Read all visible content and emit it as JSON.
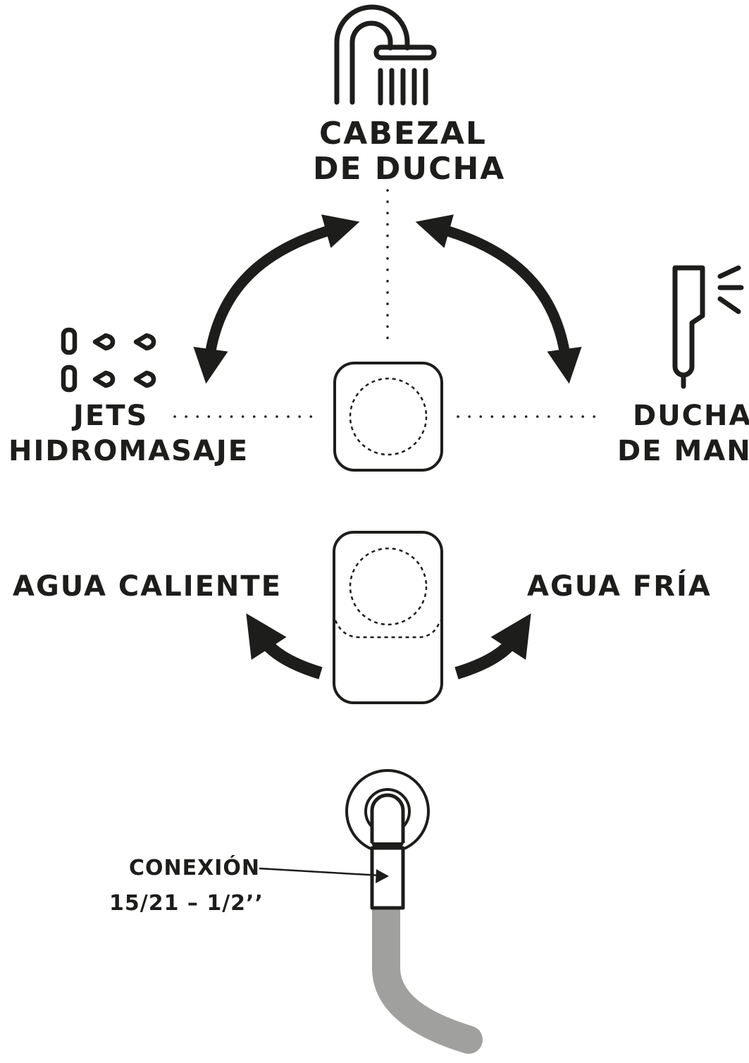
{
  "labels": {
    "shower_head_line1": "CABEZAL",
    "shower_head_line2": "DE DUCHA",
    "jets_line1": "JETS",
    "jets_line2": "HIDROMASAJE",
    "hand_shower_line1": "DUCHA",
    "hand_shower_line2": "DE MANO",
    "hot_water": "AGUA CALIENTE",
    "cold_water": "AGUA FRÍA",
    "connection_line1": "CONEXIÓN",
    "connection_line2": "15/21 – 1/2’’"
  },
  "icons": {
    "shower_head": "shower-head-icon",
    "jets": "water-jets-icon",
    "hand_shower": "hand-shower-icon"
  },
  "colors": {
    "ink": "#1d1d1b",
    "hose": "#a0a09f",
    "background": "#ffffff"
  }
}
